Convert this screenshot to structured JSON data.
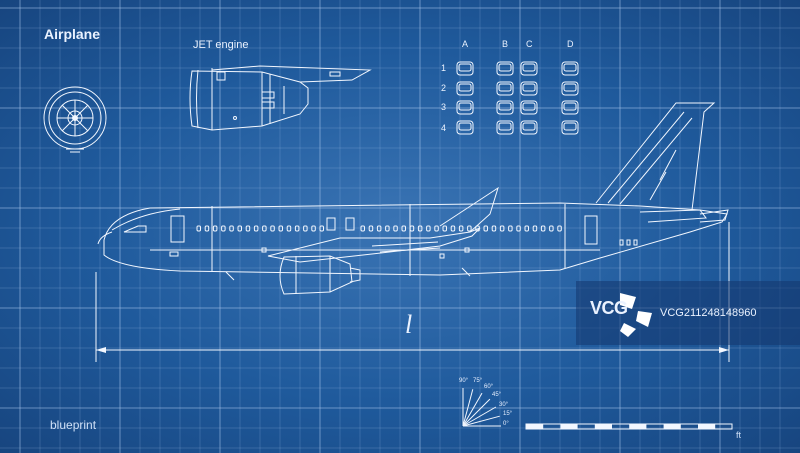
{
  "title": "Airplane",
  "engine_title": "JET engine",
  "blueprint_label": "blueprint",
  "length_symbol": "l",
  "scale_unit": "ft",
  "seat_columns": [
    "A",
    "B",
    "C",
    "D"
  ],
  "seat_rows": [
    "1",
    "2",
    "3",
    "4"
  ],
  "angle_labels": [
    "90°",
    "75°",
    "60°",
    "45°",
    "30°",
    "15°",
    "0°"
  ],
  "watermark": {
    "brand": "VCG",
    "id": "VCG211248148960"
  },
  "colors": {
    "background": "#1f5a9c",
    "line": "#f2f7ff",
    "grid": "#8fb4e0"
  }
}
